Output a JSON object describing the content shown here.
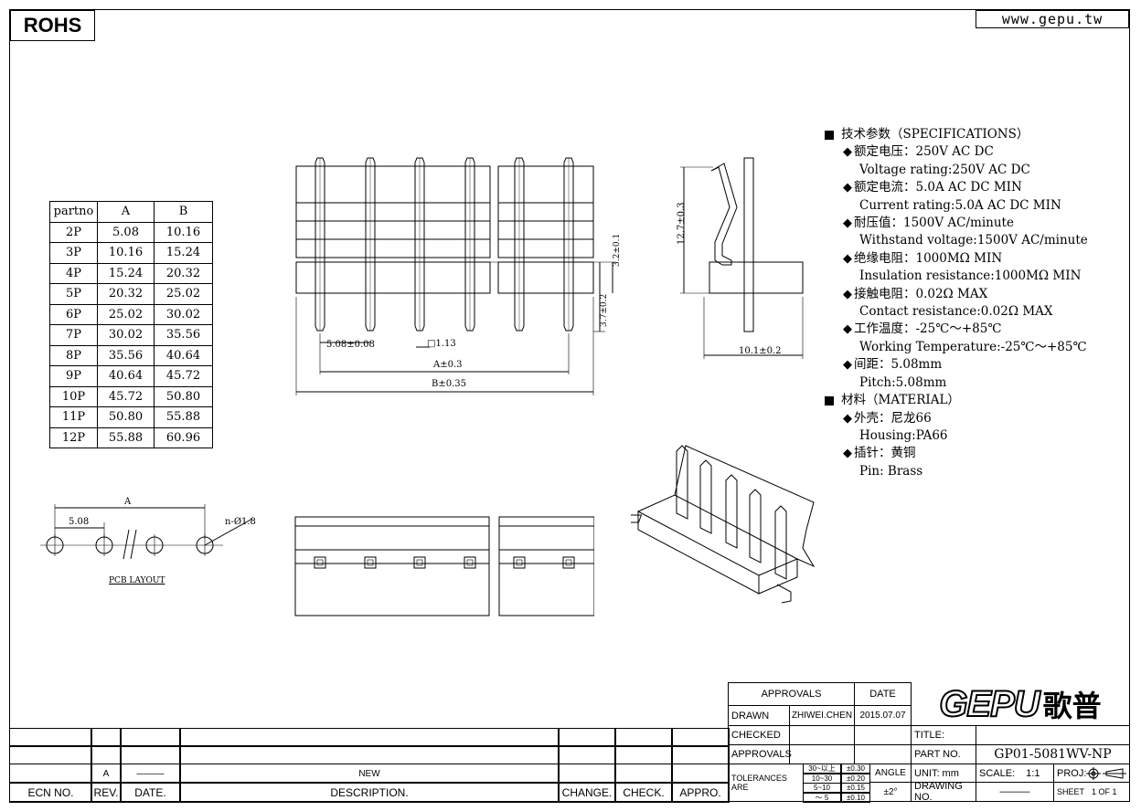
{
  "header": {
    "rohs": "ROHS",
    "website": "www.gepu.tw"
  },
  "part_table": {
    "headers": [
      "partno",
      "A",
      "B"
    ],
    "rows": [
      [
        "2P",
        "5.08",
        "10.16"
      ],
      [
        "3P",
        "10.16",
        "15.24"
      ],
      [
        "4P",
        "15.24",
        "20.32"
      ],
      [
        "5P",
        "20.32",
        "25.02"
      ],
      [
        "6P",
        "25.02",
        "30.02"
      ],
      [
        "7P",
        "30.02",
        "35.56"
      ],
      [
        "8P",
        "35.56",
        "40.64"
      ],
      [
        "9P",
        "40.64",
        "45.72"
      ],
      [
        "10P",
        "45.72",
        "50.80"
      ],
      [
        "11P",
        "50.80",
        "55.88"
      ],
      [
        "12P",
        "55.88",
        "60.96"
      ]
    ]
  },
  "specs": {
    "spec_title": "技术参数（SPECIFICATIONS）",
    "items": [
      {
        "cn": "额定电压：250V AC DC",
        "en": "Voltage rating:250V AC DC"
      },
      {
        "cn": "额定电流：5.0A AC DC MIN",
        "en": "Current rating:5.0A AC DC MIN"
      },
      {
        "cn": "耐压值：1500V AC/minute",
        "en": "Withstand voltage:1500V AC/minute"
      },
      {
        "cn": "绝缘电阻：1000MΩ MIN",
        "en": "Insulation resistance:1000MΩ MIN"
      },
      {
        "cn": "接触电阻：0.02Ω MAX",
        "en": "Contact resistance:0.02Ω MAX"
      },
      {
        "cn": "工作温度：-25℃～+85℃",
        "en": "Working Temperature:-25℃～+85℃"
      },
      {
        "cn": "间距：5.08mm",
        "en": "Pitch:5.08mm"
      }
    ],
    "material_title": "材料（MATERIAL）",
    "materials": [
      {
        "cn": "外壳：尼龙66",
        "en": "Housing:PA66"
      },
      {
        "cn": "插针：黄铜",
        "en": "Pin: Brass"
      }
    ]
  },
  "dimensions": {
    "pitch": "5.08±0.08",
    "pin_size": "□1.13",
    "a": "A±0.3",
    "b": "B±0.35",
    "side_h1": "3.2±0.1",
    "side_h2": "3.7±0.2",
    "height": "12.7±0.3",
    "depth": "10.1±0.2",
    "pcb_a": "A",
    "pcb_pitch": "5.08",
    "pcb_hole": "n-Ø1.8",
    "pcb_label": "PCB LAYOUT"
  },
  "title_block": {
    "approvals": "APPROVALS",
    "date_h": "DATE",
    "drawn": "DRAWN",
    "drawn_by": "ZHIWEI.CHEN",
    "drawn_date": "2015.07.07",
    "checked": "CHECKED",
    "approvals2": "APPROVALS",
    "tolerances": "TOLERANCES ARE",
    "tol_rows": [
      [
        "30~以上",
        "±0.30"
      ],
      [
        "10~30",
        "±0.20"
      ],
      [
        "5~10",
        "±0.15"
      ],
      [
        "～ 5",
        "±0.10"
      ]
    ],
    "angle": "ANGLE",
    "angle_val": "±2°",
    "logo": "GEPU",
    "logo_cn": "歌普",
    "title": "TITLE:",
    "part_no": "PART NO.",
    "part_no_val": "GP01-5081WV-NP",
    "unit": "UNIT:  mm",
    "scale": "SCALE:",
    "scale_val": "1:1",
    "proj": "PROJ:",
    "drawing_no": "DRAWING NO.",
    "sheet": "SHEET",
    "sheet_val": "1  OF  1",
    "rev_a": "A",
    "rev_dash": "———",
    "new": "NEW",
    "ecn": "ECN  NO.",
    "rev": "REV.",
    "date": "DATE.",
    "desc": "DESCRIPTION.",
    "change": "CHANGE.",
    "check": "CHECK.",
    "appro": "APPRO."
  }
}
